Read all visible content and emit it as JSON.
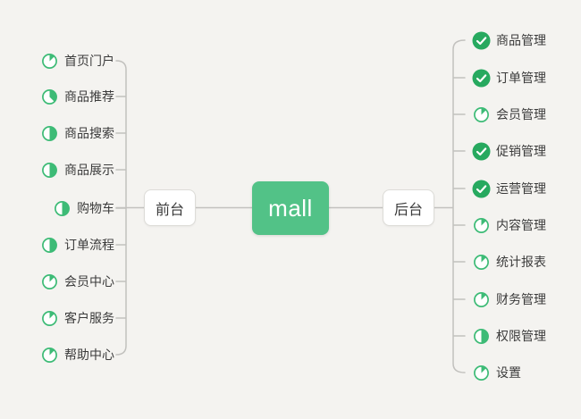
{
  "canvas": {
    "background": "#f4f3f0",
    "line_color": "#c2c1be"
  },
  "colors": {
    "node_green": "#52c287",
    "pie_green": "#3dbb76",
    "check_green": "#27a95f",
    "text_dark": "#3b3b3b"
  },
  "nodes": {
    "root": {
      "label": "mall"
    },
    "frontend": {
      "label": "前台"
    },
    "backend": {
      "label": "后台"
    }
  },
  "frontend_items": [
    {
      "label": "首页门户",
      "icon": "progress-pie",
      "progress": 0.125
    },
    {
      "label": "商品推荐",
      "icon": "progress-pie",
      "progress": 0.375
    },
    {
      "label": "商品搜索",
      "icon": "progress-pie",
      "progress": 0.5
    },
    {
      "label": "商品展示",
      "icon": "progress-pie",
      "progress": 0.5
    },
    {
      "label": "购物车",
      "icon": "progress-pie",
      "progress": 0.5
    },
    {
      "label": "订单流程",
      "icon": "progress-pie",
      "progress": 0.5
    },
    {
      "label": "会员中心",
      "icon": "progress-pie",
      "progress": 0.125
    },
    {
      "label": "客户服务",
      "icon": "progress-pie",
      "progress": 0.125
    },
    {
      "label": "帮助中心",
      "icon": "progress-pie",
      "progress": 0.125
    }
  ],
  "backend_items": [
    {
      "label": "商品管理",
      "icon": "check-circle"
    },
    {
      "label": "订单管理",
      "icon": "check-circle"
    },
    {
      "label": "会员管理",
      "icon": "progress-pie",
      "progress": 0.125
    },
    {
      "label": "促销管理",
      "icon": "check-circle"
    },
    {
      "label": "运营管理",
      "icon": "check-circle"
    },
    {
      "label": "内容管理",
      "icon": "progress-pie",
      "progress": 0.125
    },
    {
      "label": "统计报表",
      "icon": "progress-pie",
      "progress": 0.125
    },
    {
      "label": "财务管理",
      "icon": "progress-pie",
      "progress": 0.125
    },
    {
      "label": "权限管理",
      "icon": "progress-pie",
      "progress": 0.5
    },
    {
      "label": "设置",
      "icon": "progress-pie",
      "progress": 0.125
    }
  ]
}
